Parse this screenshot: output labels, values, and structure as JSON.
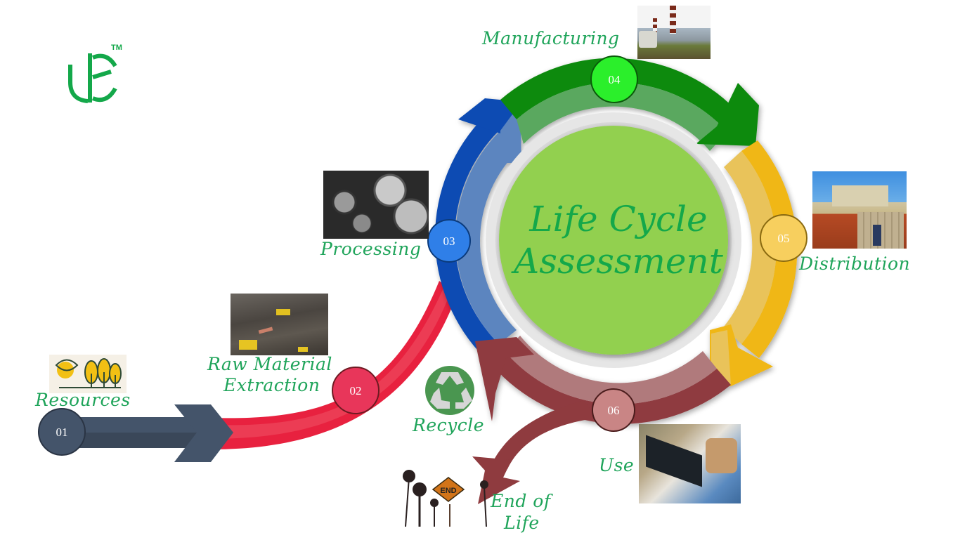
{
  "title": {
    "line1": "Life Cycle",
    "line2": "Assessment"
  },
  "logo": {
    "trademark": "TM"
  },
  "stages": [
    {
      "number": "01",
      "label": "Resources",
      "color": "#44546a"
    },
    {
      "number": "02",
      "label_line1": "Raw Material",
      "label_line2": "Extraction",
      "color": "#e8365a"
    },
    {
      "number": "03",
      "label": "Processing",
      "color": "#2f7fe8"
    },
    {
      "number": "04",
      "label": "Manufacturing",
      "color": "#2bef2b"
    },
    {
      "number": "05",
      "label": "Distribution",
      "color": "#f7cf5e"
    },
    {
      "number": "06",
      "label": "Use",
      "color": "#c98585"
    }
  ],
  "branches": {
    "recycle": "Recycle",
    "end_of_life_line1": "End of",
    "end_of_life_line2": "Life",
    "end_sign": "END"
  },
  "colors": {
    "text_green": "#1fa45a",
    "center_fill": "#92d050"
  }
}
